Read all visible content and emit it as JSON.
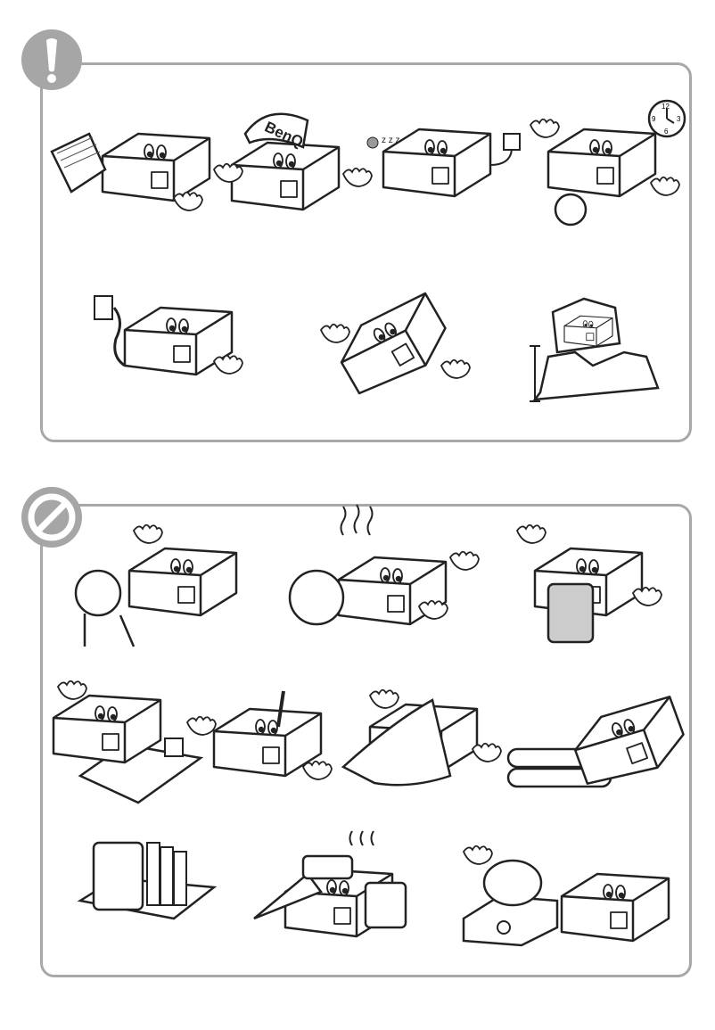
{
  "colors": {
    "frame": "#a8a8a8",
    "badge": "#a6a6a6",
    "ink": "#222222"
  },
  "sections": [
    {
      "icon": "exclamation-icon",
      "items": [
        "read-manual",
        "brand-cap-thumbs-up",
        "standby-power-adapter",
        "clock-time-limit",
        "unplug-wall-outlet",
        "tilted-projector",
        "altitude-level"
      ]
    },
    {
      "icon": "prohibited-icon",
      "items": [
        "do-not-look-into-lens",
        "hot-exhaust",
        "do-not-block-vents",
        "unstable-surface",
        "do-not-disassemble",
        "do-not-cover",
        "do-not-stack",
        "books-shelf",
        "enclosed-space",
        "steam-kettle"
      ]
    }
  ],
  "logo_text": "BenQ",
  "clock_numbers": [
    "12",
    "3",
    "6",
    "9"
  ]
}
